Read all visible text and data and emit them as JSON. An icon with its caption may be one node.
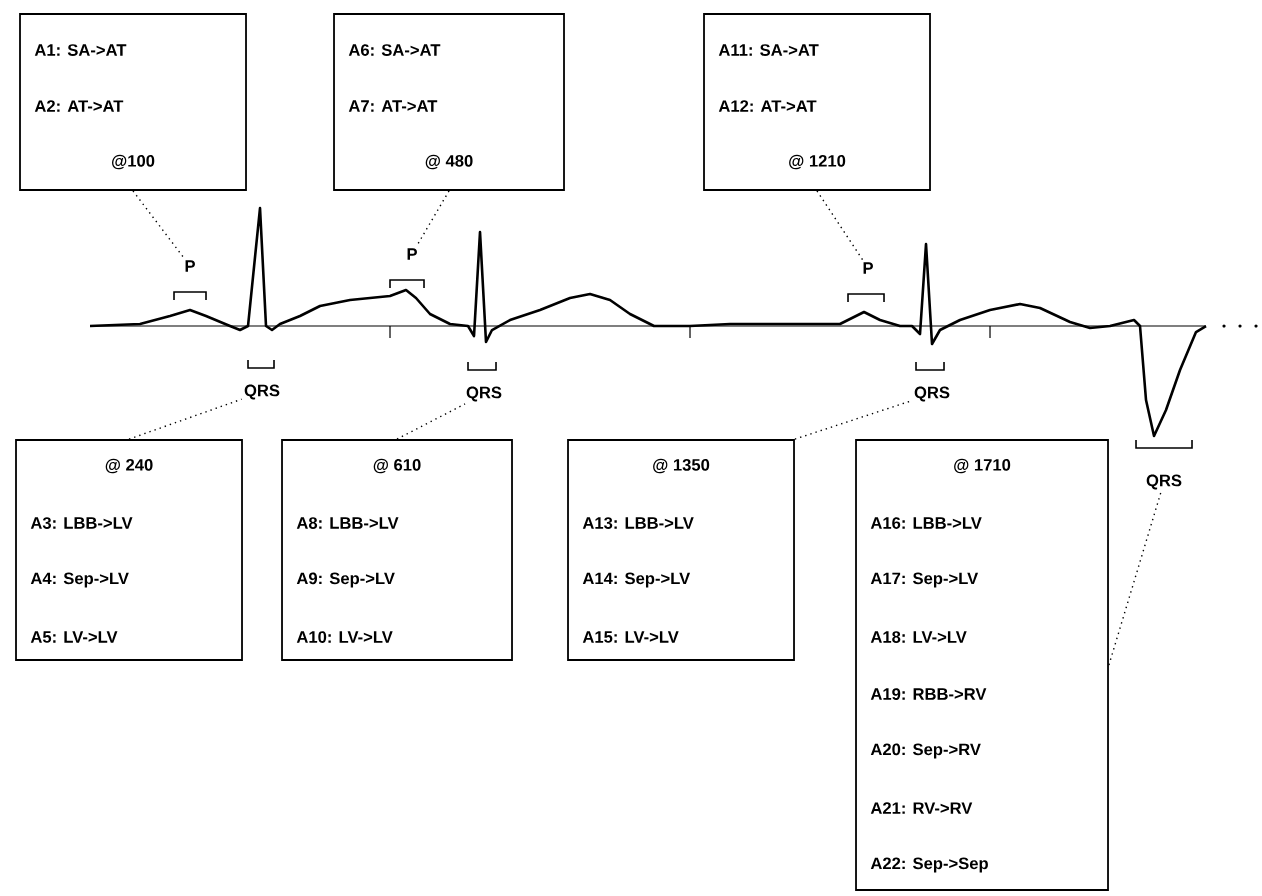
{
  "diagram": {
    "nodes": [
      {
        "text": [
          "A1:  SA->AT",
          "A2:  AT->AT",
          "@100"
        ]
      },
      {
        "text": [
          "A6:  SA->AT",
          "A7:  AT->AT",
          "@ 480"
        ]
      },
      {
        "text": [
          "A11:  SA->AT",
          "A12:  AT->AT",
          "@ 1210"
        ]
      },
      {
        "text": [
          "P"
        ]
      },
      {
        "text": [
          "P"
        ]
      },
      {
        "text": [
          "P"
        ]
      },
      {
        "text": [
          "QRS"
        ]
      },
      {
        "text": [
          "QRS"
        ]
      },
      {
        "text": [
          "QRS"
        ]
      },
      {
        "text": [
          "QRS"
        ]
      },
      {
        "text": [
          "@ 240",
          "A3:  LBB->LV",
          "A4:  Sep->LV",
          "A5:  LV->LV"
        ]
      },
      {
        "text": [
          "@ 610",
          "A8:  LBB->LV",
          "A9:  Sep->LV",
          "A10:  LV->LV"
        ]
      },
      {
        "text": [
          "@ 1350",
          "A13:  LBB->LV",
          "A14:  Sep->LV",
          "A15:  LV->LV"
        ]
      },
      {
        "text": [
          "@ 1710",
          "A16:  LBB->LV",
          "A17:  Sep->LV",
          "A18:  LV->LV",
          "A19:  RBB->RV",
          "A20:  Sep->RV",
          "A21:  RV->RV",
          "A22:  Sep->Sep"
        ]
      }
    ],
    "edges": [
      {
        "from": 0,
        "to": 3,
        "arrow": "none"
      },
      {
        "from": 1,
        "to": 4,
        "arrow": "none"
      },
      {
        "from": 2,
        "to": 5,
        "arrow": "none"
      },
      {
        "from": 10,
        "to": 6,
        "arrow": "none"
      },
      {
        "from": 11,
        "to": 7,
        "arrow": "none"
      },
      {
        "from": 12,
        "to": 8,
        "arrow": "none"
      },
      {
        "from": 13,
        "to": 9,
        "arrow": "none"
      }
    ]
  }
}
